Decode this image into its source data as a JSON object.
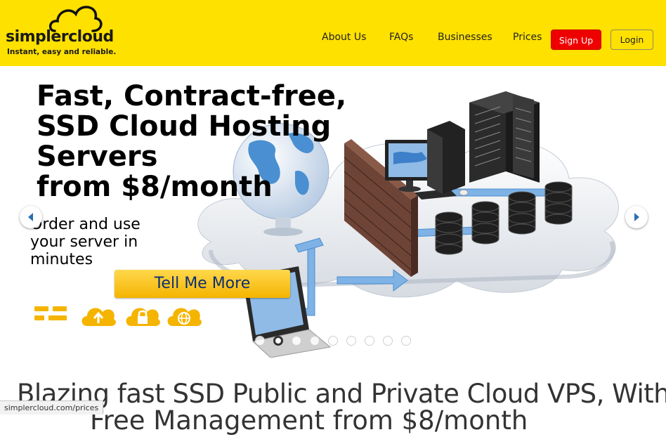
{
  "brand": {
    "name": "simplercloud",
    "tagline": "Instant, easy and reliable."
  },
  "nav": {
    "items": [
      "About Us",
      "FAQs",
      "Businesses",
      "Prices"
    ],
    "signup_label": "Sign Up",
    "login_label": "Login"
  },
  "hero": {
    "title_lines": [
      "Fast, Contract-free,",
      "SSD Cloud Hosting",
      "Servers",
      "from $8/month"
    ],
    "subtitle_lines": [
      "Order and use",
      "your server in",
      "minutes"
    ],
    "cta_label": "Tell Me More",
    "feature_icons": [
      "server-icon",
      "cloud-upload-icon",
      "cloud-lock-icon",
      "cloud-globe-icon"
    ],
    "carousel": {
      "slide_count": 9,
      "active_slide": 2
    }
  },
  "main": {
    "headline_line1": "Blazing fast SSD Public and Private Cloud VPS, With",
    "headline_line2": "Free Management from $8/month"
  },
  "status_bar": {
    "url": "simplercloud.com/prices"
  },
  "colors": {
    "header_bg": "#ffe100",
    "signup_bg": "#ee0000",
    "cta_bg": "#f5b400",
    "cta_text": "#0c2f6e",
    "accent_blue": "#4a8fd1"
  }
}
